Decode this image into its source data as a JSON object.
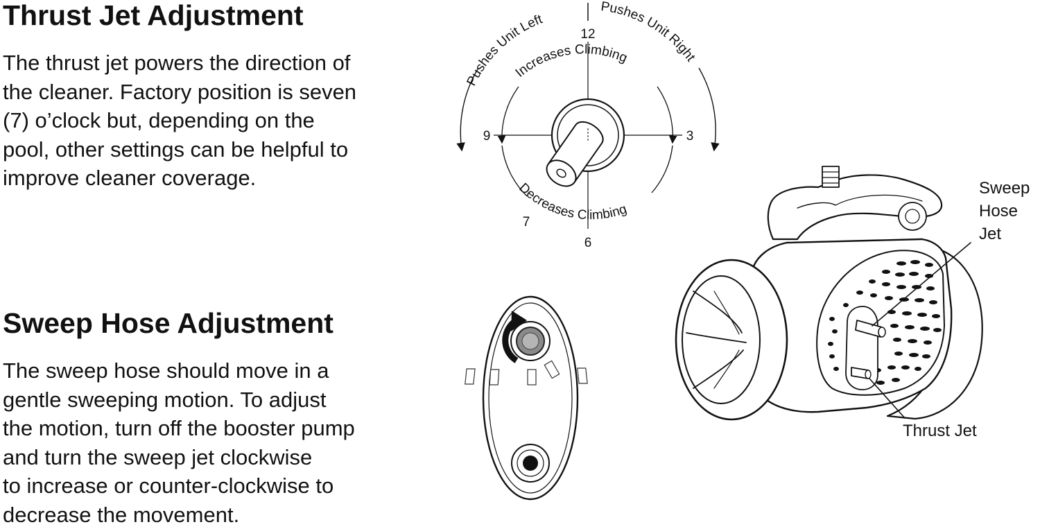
{
  "thrust_section": {
    "heading": "Thrust Jet Adjustment",
    "paragraph_lines": [
      "The thrust jet powers the direction of",
      "the cleaner. Factory position is seven",
      "(7) o’clock but, depending on the",
      "pool, other settings can be helpful to",
      "improve cleaner coverage."
    ]
  },
  "sweep_section": {
    "heading": "Sweep Hose Adjustment",
    "paragraph_lines": [
      "The sweep hose should move in a",
      "gentle sweeping motion. To adjust",
      "the motion, turn off the booster pump",
      "and turn the sweep jet clockwise",
      "to increase or counter-clockwise to",
      "decrease the movement."
    ]
  },
  "dial_diagram": {
    "pushes_left": "Pushes Unit Left",
    "pushes_right": "Pushes Unit Right",
    "increases_climbing": "Increases Climbing",
    "decreases_climbing": "Decreases Climbing",
    "mark_12": "12",
    "mark_9": "9",
    "mark_3": "3",
    "mark_7": "7",
    "mark_6": "6"
  },
  "cleaner_callouts": {
    "sweep_jet_lines": [
      "Sweep",
      "Hose",
      "Jet"
    ],
    "thrust_jet": "Thrust Jet"
  }
}
